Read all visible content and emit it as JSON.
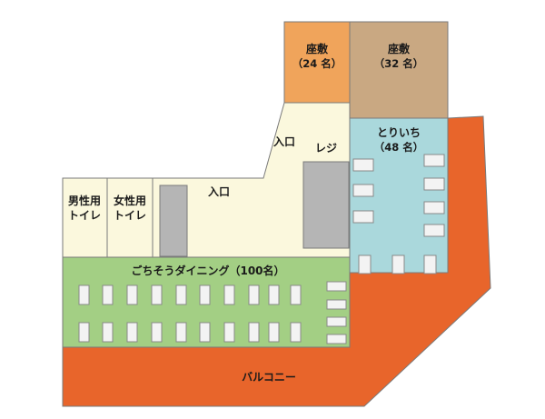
{
  "floor_plan": {
    "rooms": {
      "zashiki_small": {
        "name": "座敷",
        "capacity": "（24 名）",
        "color": "#f0a45b"
      },
      "zashiki_large": {
        "name": "座敷",
        "capacity": "（32 名）",
        "color": "#c9a882"
      },
      "toriichi": {
        "name": "とりいち",
        "capacity": "（48 名）",
        "color": "#aad8dc"
      },
      "dining": {
        "name": "ごちそうダイニング（100名）",
        "color": "#a3cf84"
      },
      "balcony": {
        "name": "バルコニー",
        "color": "#e8652b"
      },
      "mens_toilet": {
        "line1": "男性用",
        "line2": "トイレ"
      },
      "womens_toilet": {
        "line1": "女性用",
        "line2": "トイレ"
      },
      "register": {
        "name": "レジ"
      },
      "entrance_upper": {
        "name": "入口"
      },
      "entrance_lower": {
        "name": "入口"
      }
    },
    "colors": {
      "corridor": "#fbf8dd",
      "fixture": "#b5b5b5",
      "table": "#f3f3f3",
      "outline": "#7a7a7a"
    }
  }
}
